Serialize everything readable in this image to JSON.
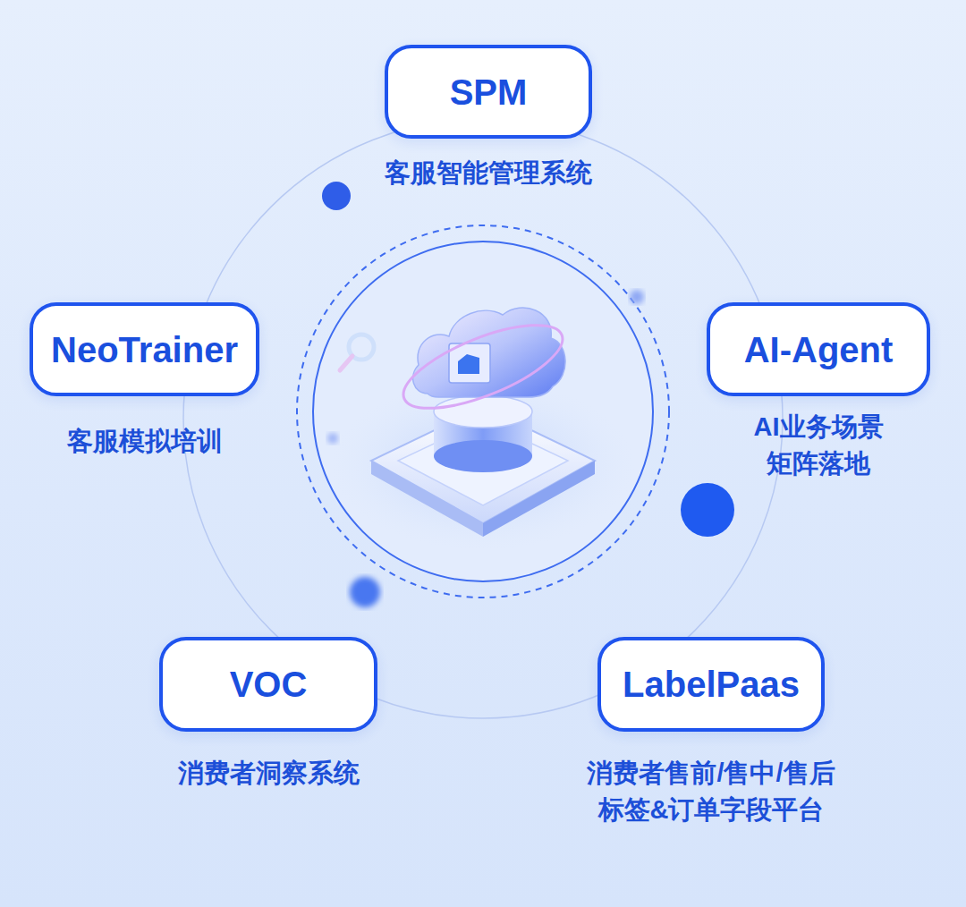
{
  "diagram": {
    "nodes": [
      {
        "text": [
          "SPM",
          "客服智能管理系统"
        ]
      },
      {
        "text": [
          "NeoTrainer",
          "客服模拟培训"
        ]
      },
      {
        "text": [
          "AI-Agent",
          "AI业务场景 矩阵落地"
        ]
      },
      {
        "text": [
          "VOC",
          "消费者洞察系统"
        ]
      },
      {
        "text": [
          "LabelPaas",
          "消费者售前/售中/售后 标签&订单字段平台"
        ]
      }
    ]
  }
}
